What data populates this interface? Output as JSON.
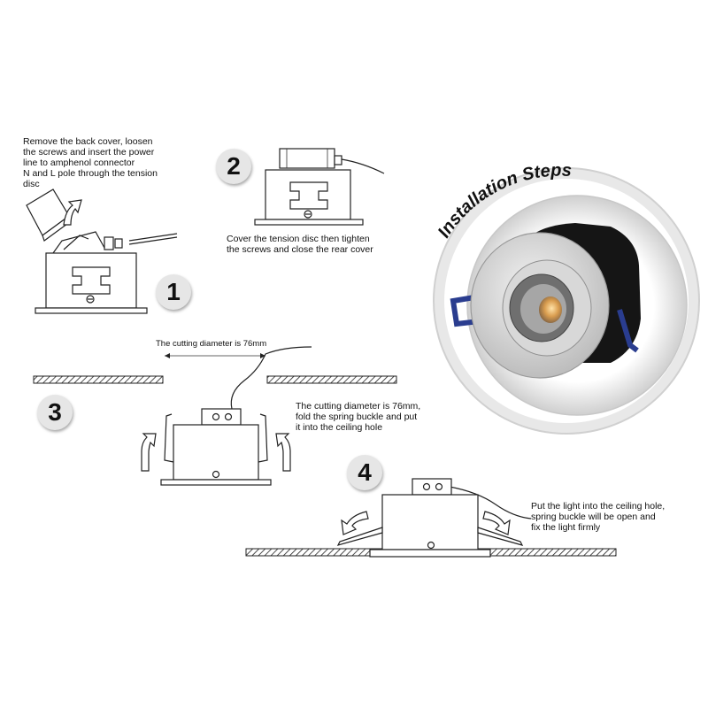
{
  "title": "Installation Steps",
  "steps": [
    {
      "number": "1",
      "text": "Remove the back cover, loosen\nthe screws and insert the power\nline to amphenol connector\nN and L pole through the tension\ndisc"
    },
    {
      "number": "2",
      "text": "Cover the tension disc then tighten\nthe screws and close the rear cover"
    },
    {
      "number": "3",
      "text": "The cutting diameter is 76mm,\nfold the spring buckle and put\nit into the ceiling hole",
      "dimension_label": "The cutting diameter is 76mm"
    },
    {
      "number": "4",
      "text": "Put the light into the ceiling hole,\nspring buckle will be open and\nfix the light firmly"
    }
  ],
  "colors": {
    "badge": "#e6e6e6",
    "line": "#222222",
    "ring": "#d9d9d9",
    "housing": "#151515",
    "clip": "#2a3d8f",
    "cob": "#f0c27a"
  }
}
